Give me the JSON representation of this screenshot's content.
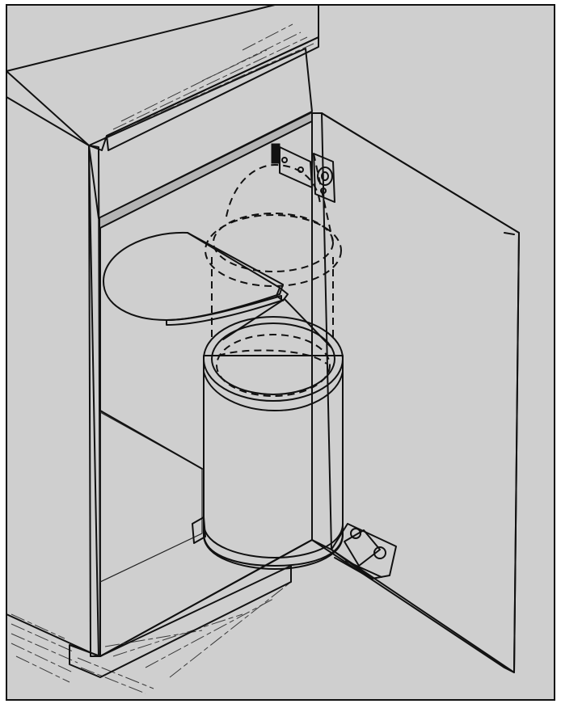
{
  "figure": {
    "colors": {
      "background_gray": "#cfcfcf",
      "cabinet_interior_gray": "#bdbdbd",
      "outline": "#111111",
      "white_parts": "#ffffff"
    },
    "parts": [
      "cabinet",
      "countertop",
      "cabinet-door",
      "hinge-bracket",
      "waste-bin",
      "bin-lid",
      "bin-ghost-position",
      "floor-mount-bracket",
      "cabinet-base-plinth"
    ]
  }
}
